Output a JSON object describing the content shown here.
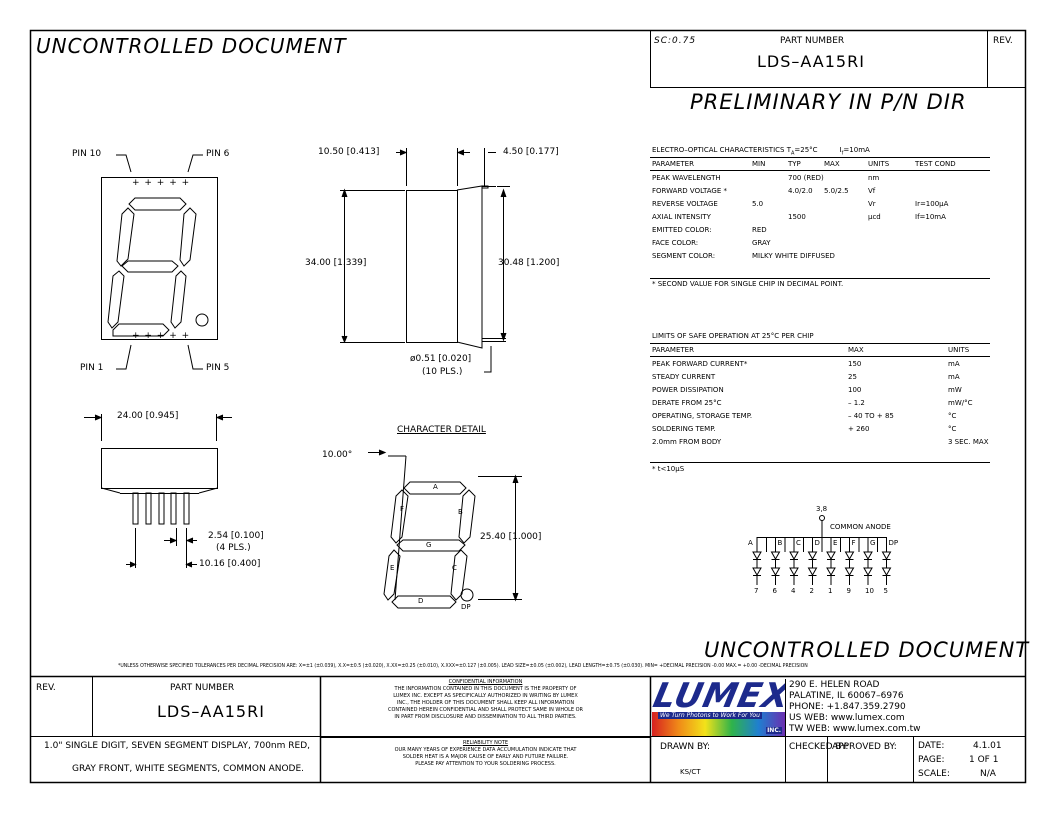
{
  "header": {
    "watermark": "UNCONTROLLED DOCUMENT",
    "scale": "SC:0.75",
    "part_number_label": "PART NUMBER",
    "part_number": "LDS–AA15RI",
    "rev_label": "REV.",
    "preliminary": "PRELIMINARY IN P/N DIR"
  },
  "front_view": {
    "pin10": "PIN 10",
    "pin6": "PIN 6",
    "pin1": "PIN 1",
    "pin5": "PIN 5",
    "pin_marks": "+ + + + +"
  },
  "side_view": {
    "width": "10.50 [0.413]",
    "depth": "4.50 [0.177]",
    "height": "34.00 [1.339]",
    "pin_length": "30.48 [1.200]",
    "pin_dia": "ø0.51 [0.020]",
    "pin_qty": "(10 PLS.)"
  },
  "bottom_view": {
    "width": "24.00 [0.945]",
    "pitch": "2.54 [0.100]",
    "pitch_qty": "(4 PLS.)",
    "row": "10.16 [0.400]"
  },
  "character_detail": {
    "title": "CHARACTER DETAIL",
    "angle": "10.00°",
    "height": "25.40 [1.000]",
    "segments": [
      "A",
      "B",
      "C",
      "D",
      "E",
      "F",
      "G"
    ],
    "dp": "DP"
  },
  "eo_table": {
    "title": "ELECTRO–OPTICAL CHARACTERISTICS T",
    "title_sub": "A",
    "title_cond": "=25°C",
    "title_if": "I",
    "title_if_sub": "f",
    "title_if_val": "=10mA",
    "headers": [
      "PARAMETER",
      "MIN",
      "TYP",
      "MAX",
      "UNITS",
      "TEST COND"
    ],
    "rows": [
      [
        "PEAK WAVELENGTH",
        "",
        "700 (RED)",
        "",
        "nm",
        ""
      ],
      [
        "FORWARD VOLTAGE *",
        "",
        "4.0/2.0",
        "5.0/2.5",
        "Vf",
        ""
      ],
      [
        "REVERSE VOLTAGE",
        "5.0",
        "",
        "",
        "Vr",
        "Ir=100μA"
      ],
      [
        "AXIAL INTENSITY",
        "",
        "1500",
        "",
        "μcd",
        "If=10mA"
      ]
    ],
    "extra": [
      [
        "EMITTED COLOR:",
        "RED"
      ],
      [
        "FACE COLOR:",
        "GRAY"
      ],
      [
        "SEGMENT COLOR:",
        "MILKY WHITE DIFFUSED"
      ]
    ],
    "note": "* SECOND VALUE FOR SINGLE CHIP IN DECIMAL POINT."
  },
  "limits_table": {
    "title": "LIMITS OF SAFE OPERATION AT 25°C PER CHIP",
    "headers": [
      "PARAMETER",
      "MAX",
      "UNITS"
    ],
    "rows": [
      [
        "PEAK FORWARD CURRENT*",
        "150",
        "mA"
      ],
      [
        "STEADY CURRENT",
        "25",
        "mA"
      ],
      [
        "POWER DISSIPATION",
        "100",
        "mW"
      ],
      [
        "DERATE FROM 25°C",
        "– 1.2",
        "mW/°C"
      ],
      [
        "OPERATING, STORAGE TEMP.",
        "– 40 TO + 85",
        "°C"
      ],
      [
        "SOLDERING TEMP.",
        "+ 260",
        "°C"
      ],
      [
        "2.0mm FROM BODY",
        "",
        "3 SEC. MAX"
      ]
    ],
    "note": "* t<10μS"
  },
  "schematic": {
    "common_pins": "3,8",
    "common_label": "COMMON ANODE",
    "segments": [
      "A",
      "B",
      "C",
      "D",
      "E",
      "F",
      "G",
      "DP"
    ],
    "pins": [
      "7",
      "6",
      "4",
      "2",
      "1",
      "9",
      "10",
      "5"
    ]
  },
  "tolerance_note": "*UNLESS OTHERWISE SPECIFIED TOLERANCES PER DECIMAL PRECISION ARE: X=±1 (±0.039), X.X=±0.5 (±0.020), X.XX=±0.25 (±0.010), X.XXX=±0.127 (±0.005).  LEAD SIZE=±0.05 (±0.002), LEAD LENGTH=±0.75 (±0.030). MIN= +DECIMAL PRECISION -0.00  MAX.= +0.00 -DECIMAL PRECISION",
  "title_block": {
    "rev_label": "REV.",
    "part_number_label": "PART NUMBER",
    "part_number": "LDS–AA15RI",
    "description_1": "1.0\" SINGLE DIGIT, SEVEN SEGMENT DISPLAY, 700nm RED,",
    "description_2": "GRAY FRONT, WHITE SEGMENTS, COMMON ANODE.",
    "confidential_title": "CONFIDENTIAL INFORMATION",
    "confidential_text": [
      "THE INFORMATION CONTAINED IN THIS DOCUMENT IS THE PROPERTY OF",
      "LUMEX INC.  EXCEPT AS SPECIFICALLY AUTHORIZED IN WRITING BY LUMEX",
      "INC., THE HOLDER OF THIS DOCUMENT SHALL KEEP ALL INFORMATION",
      "CONTAINED HEREIN CONFIDENTIAL AND SHALL PROTECT SAME IN WHOLE OR",
      "IN PART FROM DISCLOSURE AND DISSEMINATION TO ALL THIRD PARTIES."
    ],
    "reliability_title": "RELIABILITY NOTE",
    "reliability_text": [
      "OUR MANY YEARS OF EXPERIENCE DATA ACCUMULATION INDICATE THAT",
      "SOLDER HEAT IS A MAJOR CAUSE OF EARLY AND FUTURE FAILURE.",
      "PLEASE PAY ATTENTION TO YOUR SOLDERING PROCESS."
    ],
    "logo_text": "LUMEX",
    "logo_tagline": "We Turn Photons to Work For You",
    "logo_inc": "INC.",
    "address": [
      "290 E. HELEN ROAD",
      "PALATINE, IL  60067–6976",
      "PHONE:  +1.847.359.2790",
      "US WEB:  www.lumex.com",
      "TW WEB:  www.lumex.com.tw"
    ],
    "drawn_by_label": "DRAWN BY:",
    "drawn_by": "KS/CT",
    "checked_by_label": "CHECKED BY:",
    "approved_by_label": "APPROVED BY:",
    "date_label": "DATE:",
    "date": "4.1.01",
    "page_label": "PAGE:",
    "page": "1 OF 1",
    "scale_label": "SCALE:",
    "scale": "N/A"
  }
}
